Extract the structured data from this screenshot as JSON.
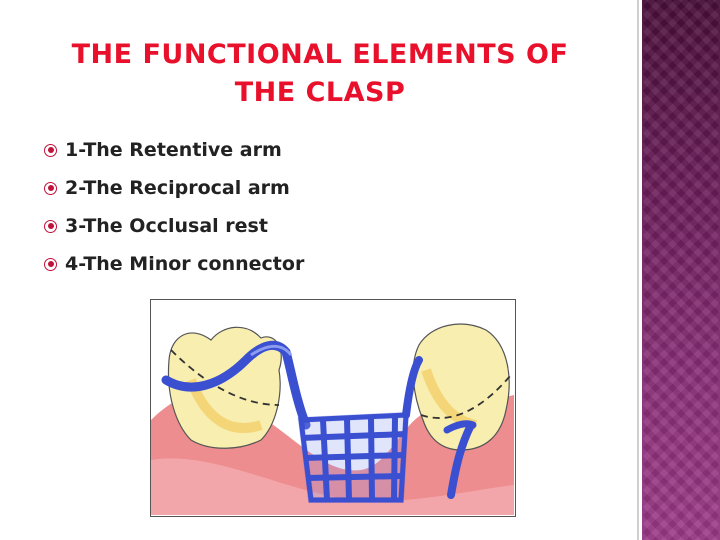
{
  "slide": {
    "title": "THE FUNCTIONAL ELEMENTS OF THE CLASP",
    "bullets": [
      "1-The Retentive arm",
      "2-The Reciprocal arm",
      "3-The Occlusal rest",
      "4-The Minor connector"
    ]
  },
  "colors": {
    "title": "#e8102a",
    "bullet": "#c0123a",
    "side_band": "#7a246a",
    "framework_blue": "#3b4fd1",
    "gingiva": "#ee8d8f",
    "tooth": "#f7eeb0"
  },
  "figure": {
    "description_icon": "clasp-illustration"
  }
}
